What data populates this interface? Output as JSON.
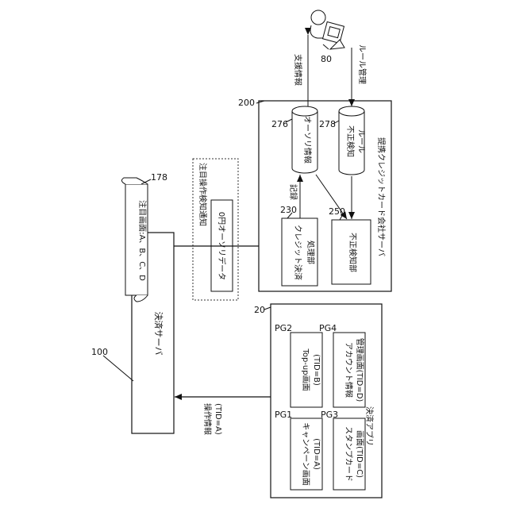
{
  "refs": {
    "payment_server": "100",
    "customer_note": "178",
    "card_server": "200",
    "credit_unit": "230",
    "fraud_unit": "250",
    "authori_db": "276",
    "fraud_rules": "278",
    "terminal": "80",
    "app": "20",
    "pg1": "PG1",
    "pg2": "PG2",
    "pg3": "PG3",
    "pg4": "PG4"
  },
  "labels": {
    "payment_server": "決済サーバ",
    "attention_screens": "注目画面:A、B、C、D",
    "notice_title": "注目操作検知通知",
    "zero_yen": "0円オーソリデータ",
    "credit_unit_1": "クレジット決済",
    "credit_unit_2": "処理部",
    "fraud_unit": "不正検知部",
    "record": "記録",
    "authori_db": "オーソリ情報",
    "fraud_rules_1": "不正検知",
    "fraud_rules_2": "ルール",
    "card_company_server": "提携クレジットカード会社サーバ",
    "support_info": "支援情報",
    "rule_management": "ルール管理",
    "op_info_1": "操作情報",
    "op_info_2": "(TID=A)",
    "app_name": "決済アプリ",
    "pg1_1": "キャンペーン画面",
    "pg1_2": "(TID=A)",
    "pg2_1": "Top-up画面",
    "pg2_2": "(TID=B)",
    "pg3_1": "スタンプカード",
    "pg3_2": "画面(TID=C)",
    "pg4_1": "アカウント情報",
    "pg4_2": "管理画面(TID=D)"
  }
}
